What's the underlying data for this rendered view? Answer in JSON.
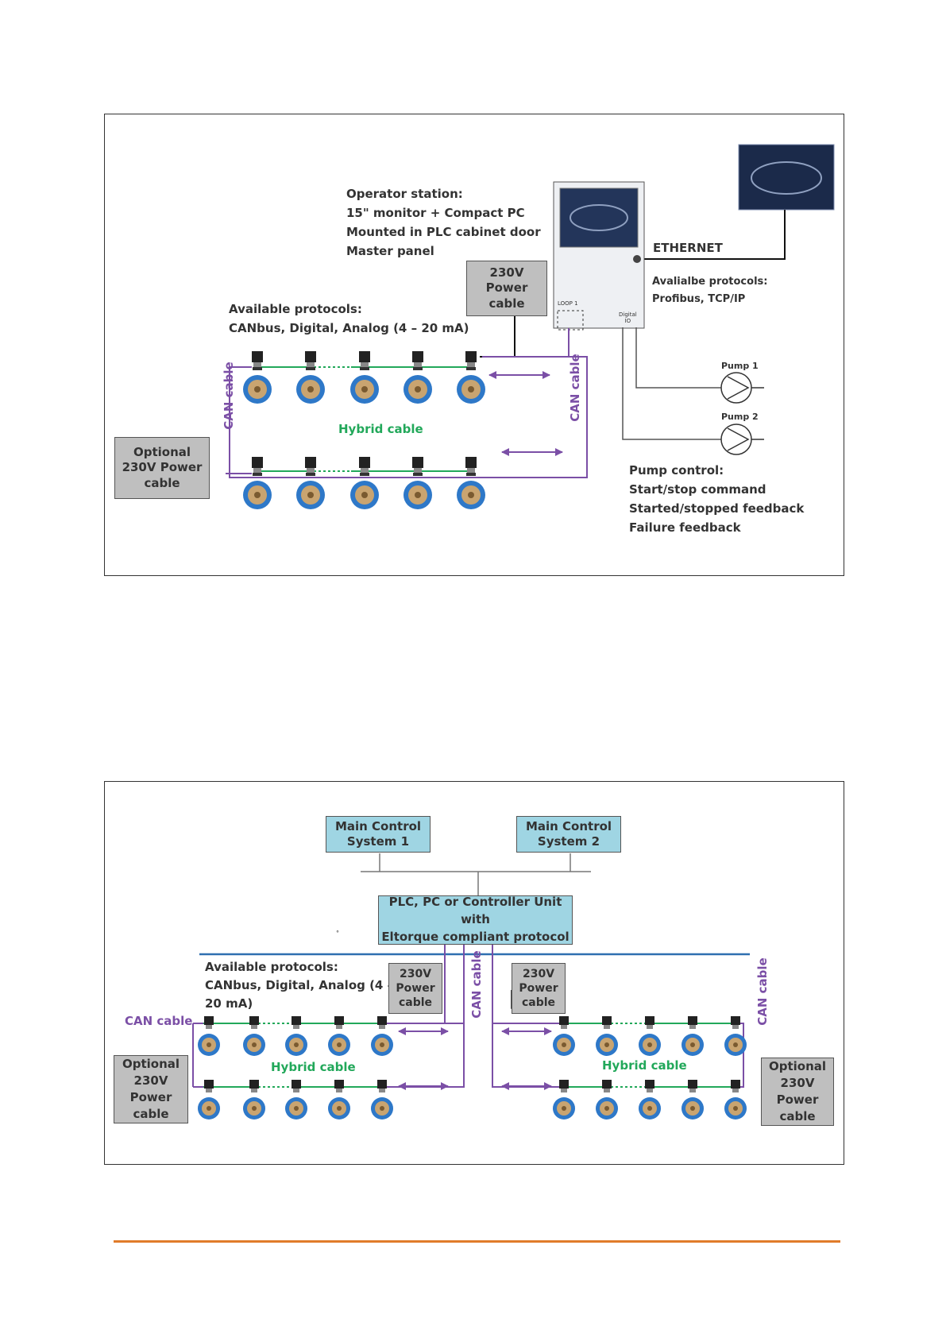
{
  "panel1": {
    "operator_station": [
      "Operator station:",
      "15\" monitor + Compact PC",
      "Mounted in PLC cabinet door",
      "Master panel"
    ],
    "power_box": [
      "230V",
      "Power",
      "cable"
    ],
    "available_protocols": [
      "Available protocols:",
      "CANbus, Digital, Analog (4 – 20 mA)"
    ],
    "ethernet": "ETHERNET",
    "network_protocols": [
      "Avalialbe protocols:",
      "Profibus, TCP/IP"
    ],
    "cabinet_loop": "LOOP 1",
    "cabinet_io": [
      "Digital",
      "IO"
    ],
    "can_cable_left": "CAN cable",
    "can_cable_right": "CAN cable",
    "hybrid_cable": "Hybrid cable",
    "optional_power": [
      "Optional",
      "230V Power",
      "cable"
    ],
    "pump1": "Pump 1",
    "pump2": "Pump 2",
    "pump_control": [
      "Pump control:",
      "Start/stop command",
      "Started/stopped feedback",
      "Failure feedback"
    ]
  },
  "panel2": {
    "main_control_1": [
      "Main Control",
      "System 1"
    ],
    "main_control_2": [
      "Main Control",
      "System 2"
    ],
    "controller_unit": [
      "PLC, PC or Controller Unit",
      "with",
      "Eltorque compliant protocol"
    ],
    "small_mark": "°",
    "available_protocols": [
      "Available protocols:",
      "CANbus, Digital, Analog (4 –",
      "20 mA)"
    ],
    "power_box_left": [
      "230V",
      "Power",
      "cable"
    ],
    "power_box_right": [
      "230V",
      "Power",
      "cable"
    ],
    "can_cable_left": "CAN cable",
    "can_cable_center": "CAN cable",
    "can_cable_right": "CAN cable",
    "hybrid_cable_left": "Hybrid cable",
    "hybrid_cable_right": "Hybrid cable",
    "optional_power_left": [
      "Optional",
      "230V",
      "Power",
      "cable"
    ],
    "optional_power_right": [
      "Optional",
      "230V",
      "Power",
      "cable"
    ]
  },
  "colors": {
    "can": "#7b4fa6",
    "hybrid": "#22a85a",
    "gray_box": "#bfbfbf",
    "blue_box": "#9fd5e3",
    "bus": "#2f6fb0",
    "footer": "#e07b2a"
  }
}
